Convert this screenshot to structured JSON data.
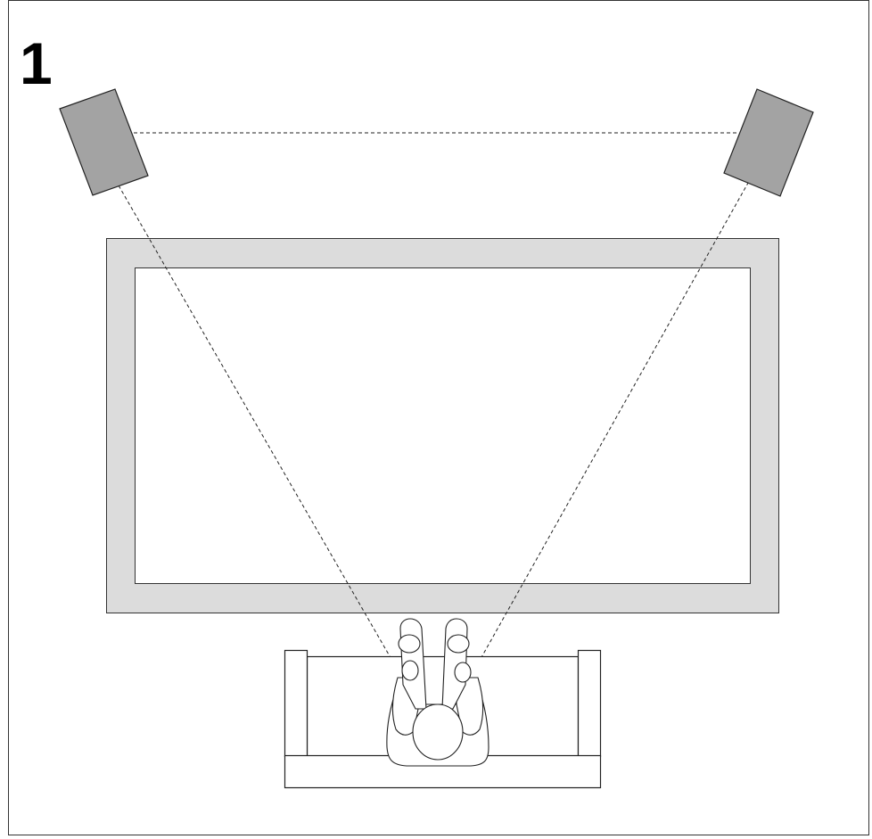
{
  "diagram": {
    "step_number": "1",
    "colors": {
      "border": "#333333",
      "speaker_fill": "#a3a3a3",
      "table_frame_fill": "#dcdcdc",
      "line": "#222222",
      "background": "#ffffff"
    },
    "elements": [
      "left-speaker",
      "right-speaker",
      "table",
      "couch",
      "listener",
      "sight-lines"
    ]
  }
}
